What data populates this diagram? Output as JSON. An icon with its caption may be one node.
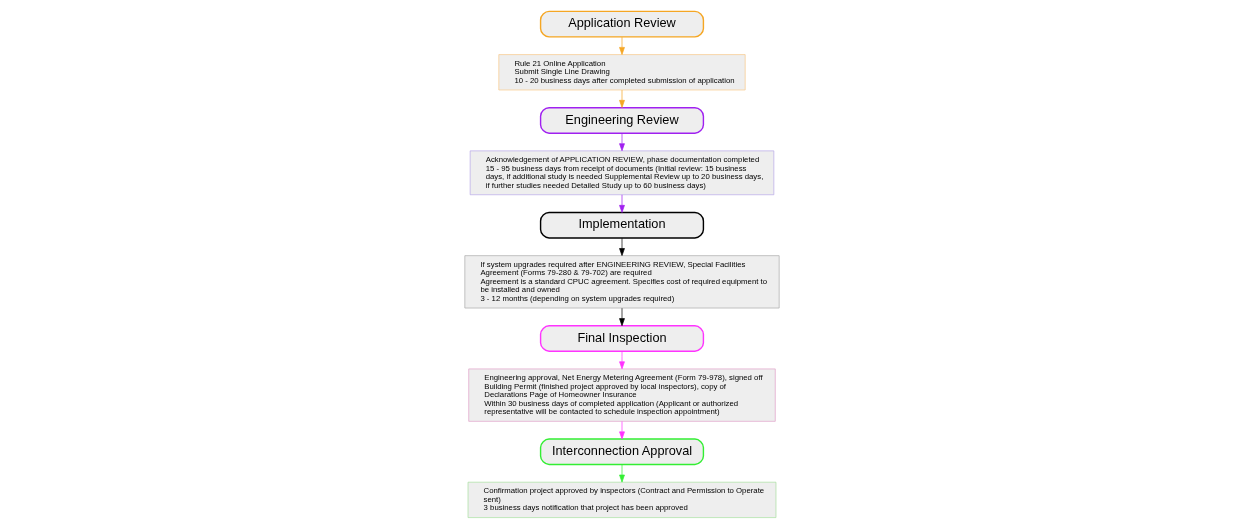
{
  "diagram": {
    "nodes": [
      {
        "text": [
          "Application Review"
        ]
      },
      {
        "text": [
          "Rule 21 Online Application",
          "Submit Single Line Drawing",
          "10 - 20 business days after completed submission of application"
        ]
      },
      {
        "text": [
          "Engineering Review"
        ]
      },
      {
        "text": [
          "Acknowledgement of APPLICATION REVIEW, phase documentation completed",
          "15 - 95 business days from receipt of documents (Initial review: 15 business days, if additional study is needed Supplemental Review up to 20 business days, if further studies needed Detailed Study up to 60 business days)"
        ]
      },
      {
        "text": [
          "Implementation"
        ]
      },
      {
        "text": [
          "If system upgrades required after ENGINEERING REVIEW, Special Facilities Agreement (Forms 79-280 & 79-702) are required",
          "Agreement is a standard CPUC agreement. Specifies cost of required equipment to be installed and owned",
          "3 - 12 months (depending on system upgrades required)"
        ]
      },
      {
        "text": [
          "Final Inspection"
        ]
      },
      {
        "text": [
          "Engineering approval, Net Energy Metering Agreement (Form 79-978), signed off Building Permit (finished project approved by local inspectors), copy of Declarations Page of Homeowner Insurance",
          "Within 30 business days of completed application (Applicant or authorized representative will be contacted to schedule inspection appointment)"
        ]
      },
      {
        "text": [
          "Interconnection Approval"
        ]
      },
      {
        "text": [
          "Confirmation project approved by inspectors (Contract and Permission to Operate sent)",
          "3 business days notification that project has been approved"
        ]
      }
    ],
    "edges": [
      {
        "from": 0,
        "to": 1,
        "arrow": "to",
        "color": "#f5a623"
      },
      {
        "from": 1,
        "to": 2,
        "arrow": "to",
        "color": "#f5a623"
      },
      {
        "from": 2,
        "to": 3,
        "arrow": "to",
        "color": "#a020f0"
      },
      {
        "from": 3,
        "to": 4,
        "arrow": "to",
        "color": "#a020f0"
      },
      {
        "from": 4,
        "to": 5,
        "arrow": "to",
        "color": "#000000"
      },
      {
        "from": 5,
        "to": 6,
        "arrow": "to",
        "color": "#000000"
      },
      {
        "from": 6,
        "to": 7,
        "arrow": "to",
        "color": "#ff33ff"
      },
      {
        "from": 7,
        "to": 8,
        "arrow": "to",
        "color": "#ff33ff"
      },
      {
        "from": 8,
        "to": 9,
        "arrow": "to",
        "color": "#33ee33"
      }
    ]
  }
}
